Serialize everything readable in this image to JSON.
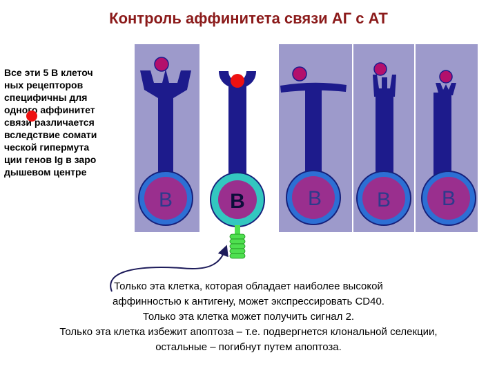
{
  "title": "Контроль аффинитета связи АГ с АТ",
  "side_text": "Все эти 5 В клеточ\nных рецепторов\n специфичны для\n  одного аффинитет\nсвязи различается\nвследствие сомати\nческой гипермута\nции генов Ig в заро\nдышевом центре",
  "cell_label": "B",
  "captions": [
    "Только эта клетка, которая обладает наиболее высокой",
    "аффинностью к антигену, может экспрессировать CD40.",
    "Только эта клетка может получить сигнал 2.",
    "Только эта клетка избежит апоптоза – т.е. подвергнется клональной селекции,",
    "остальные – погибнут путем апоптоза."
  ],
  "colors": {
    "panel": "#9d9acb",
    "receptor": "#1d1b8c",
    "cell_ring": "#2d6fd4",
    "nucleus": "#9a2f8e",
    "selected_ring": "#33c7c0",
    "antigen": "#b3106c",
    "antigen_high": "#ee1111",
    "cd40": "#4fe050",
    "title": "#8b1a1a"
  }
}
